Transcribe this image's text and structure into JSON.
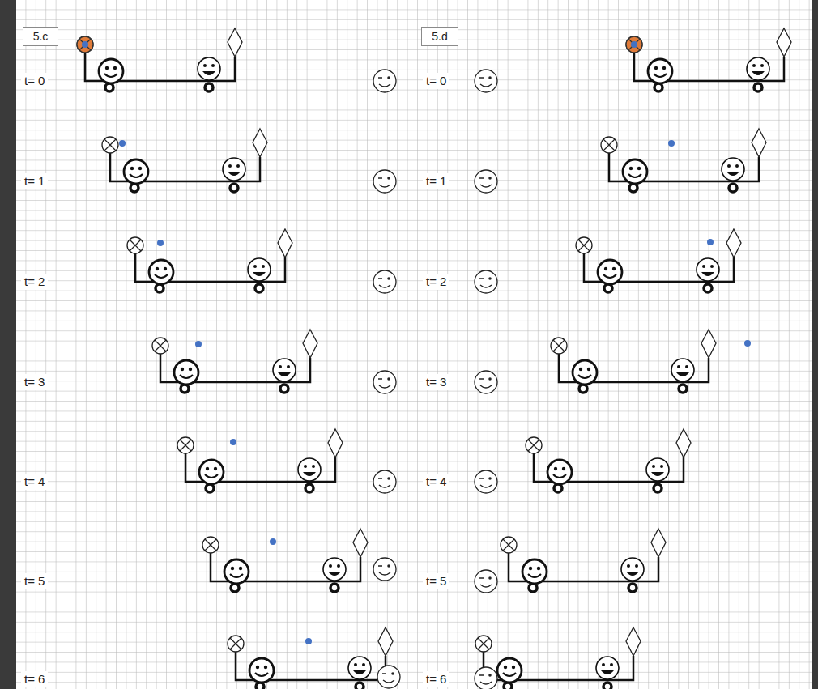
{
  "diagram": {
    "nodes": [
      {
        "text": [
          "5.c"
        ]
      },
      {
        "text": [
          "5.d"
        ]
      }
    ],
    "labels": [
      "t= 0",
      "t= 0",
      "t= 1",
      "t= 1",
      "t= 2",
      "t= 2",
      "t= 3",
      "t= 3",
      "t= 4",
      "t= 4",
      "t= 5",
      "t= 5",
      "t= 6",
      "t= 6"
    ]
  }
}
